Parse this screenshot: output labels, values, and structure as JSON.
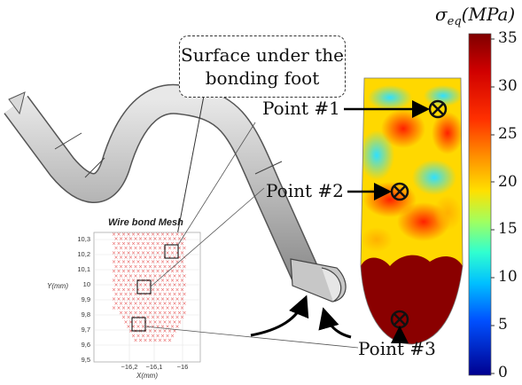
{
  "surface_label": {
    "line1": "Surface under the",
    "line2": "bonding foot"
  },
  "points": [
    {
      "label": "Point #1"
    },
    {
      "label": "Point #2"
    },
    {
      "label": "Point #3"
    }
  ],
  "colorbar": {
    "title": "σ",
    "subscript": "eq",
    "unit": "(MPa)",
    "ticks": [
      "35",
      "30",
      "25",
      "20",
      "15",
      "10",
      "5",
      "0"
    ]
  },
  "mesh_plot": {
    "title": "Wire bond Mesh",
    "xlabel": "X(mm)",
    "ylabel": "Y(mm)",
    "x_ticks": [
      "−16,2",
      "−16,1",
      "−16"
    ],
    "y_ticks": [
      "10,3",
      "10,2",
      "10,1",
      "10",
      "9,9",
      "9,8",
      "9,7",
      "9,6",
      "9,5"
    ]
  },
  "colors": {
    "bar_top": "#7f0000",
    "bar_bottom": "#00008f",
    "wire": "#b9b9b9"
  }
}
